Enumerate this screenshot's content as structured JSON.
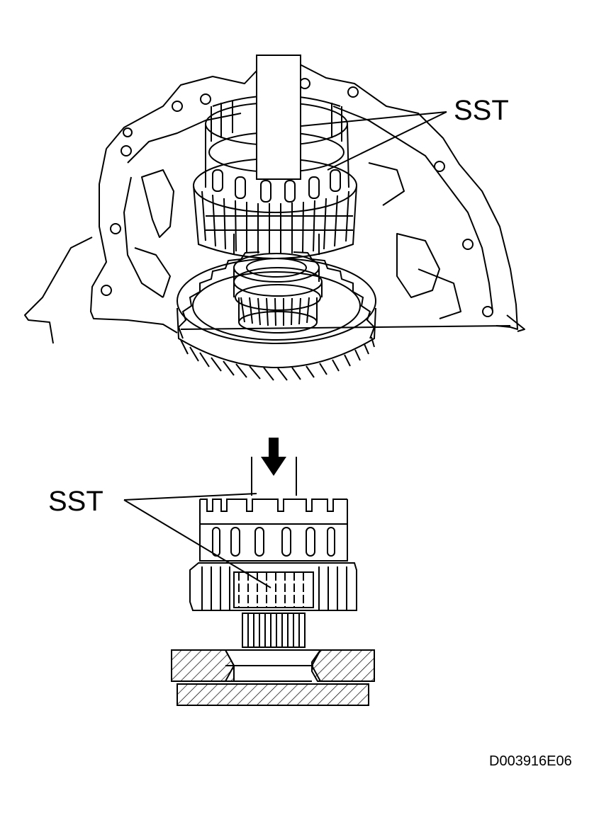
{
  "labels": {
    "sst_top": "SST",
    "sst_bottom": "SST",
    "figure_code": "D003916E06"
  },
  "colors": {
    "line": "#000000",
    "background": "#ffffff"
  },
  "icons": {
    "press_arrow": "arrow-down-icon"
  }
}
